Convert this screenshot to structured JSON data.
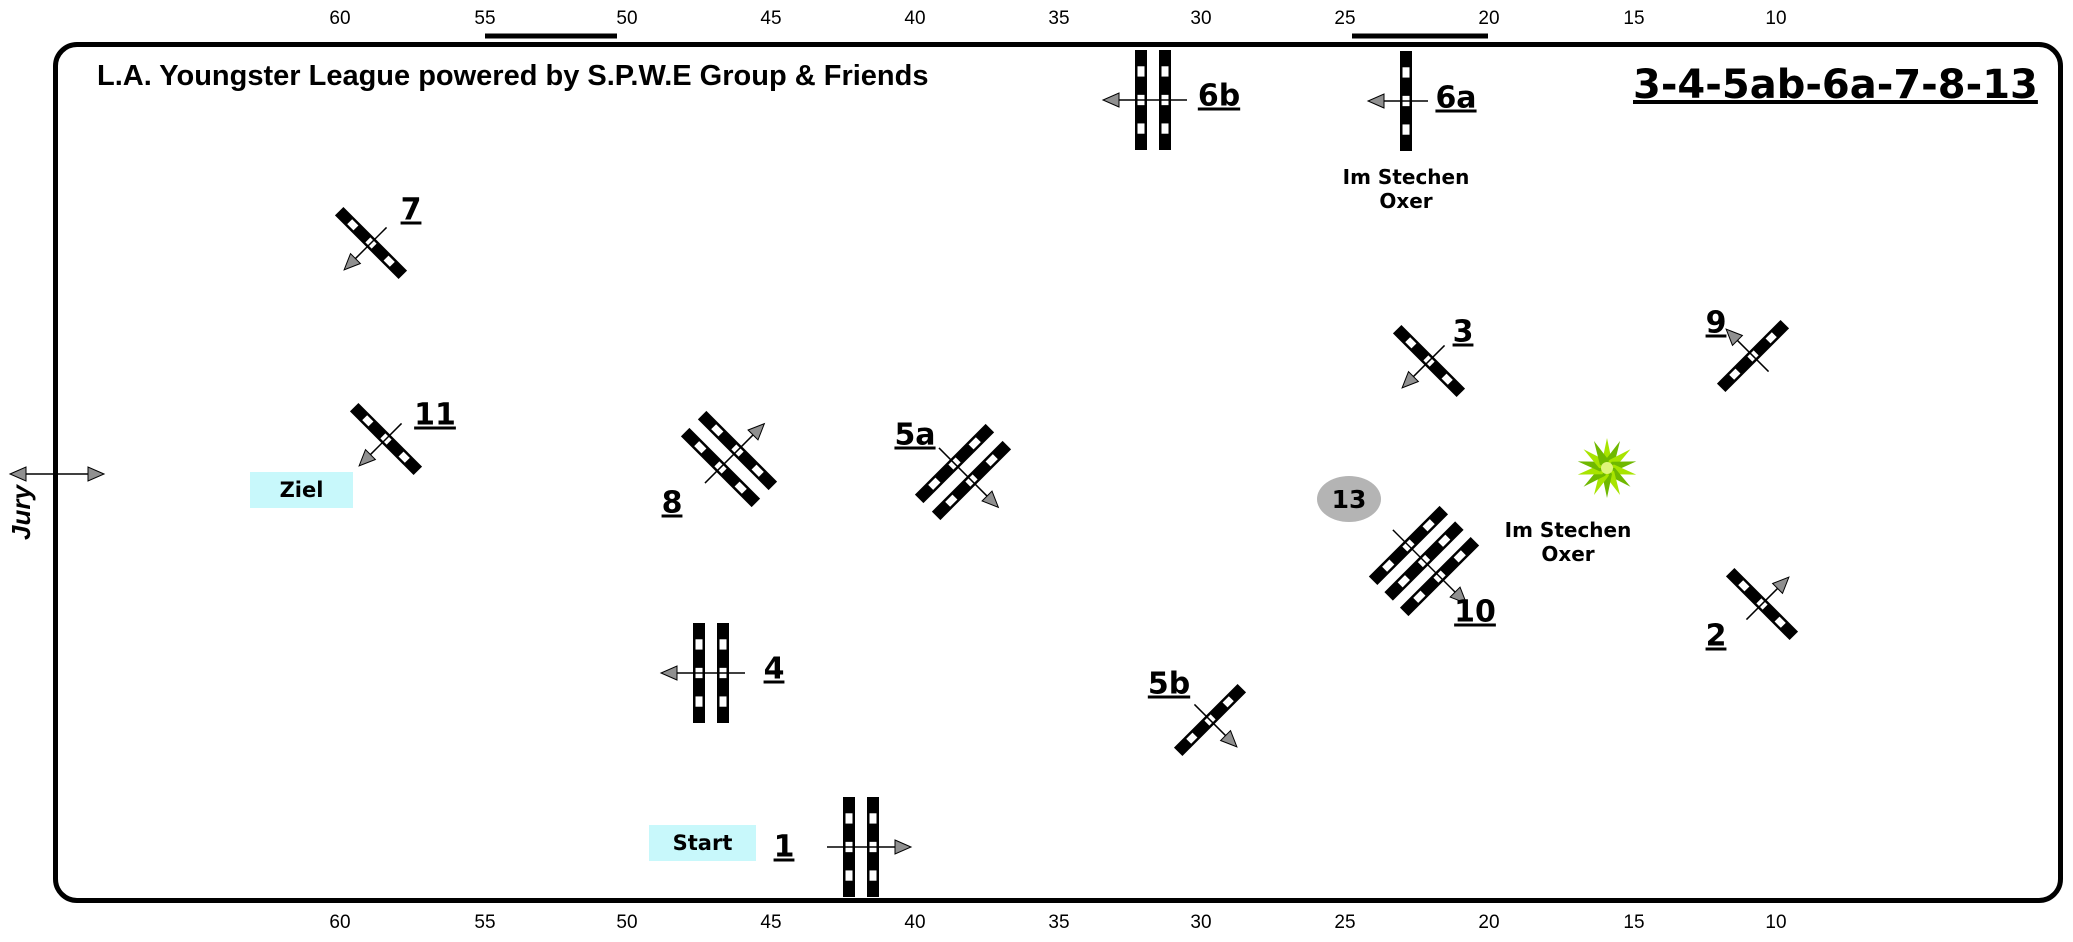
{
  "title": "L.A. Youngster League powered by S.P.W.E Group & Friends",
  "course_sequence": "3-4-5ab-6a-7-8-13",
  "side_label": "Jury",
  "start_label": "Start",
  "finish_label": "Ziel",
  "jump_off_note": "Im Stechen\nOxer",
  "ruler_ticks": [
    "60",
    "55",
    "50",
    "45",
    "40",
    "35",
    "30",
    "25",
    "20",
    "15",
    "10"
  ],
  "obstacles": [
    {
      "id": "1",
      "label": "1",
      "kind": "oxer"
    },
    {
      "id": "2",
      "label": "2",
      "kind": "vertical"
    },
    {
      "id": "3",
      "label": "3",
      "kind": "vertical"
    },
    {
      "id": "4",
      "label": "4",
      "kind": "oxer"
    },
    {
      "id": "5a",
      "label": "5a",
      "kind": "oxer"
    },
    {
      "id": "5b",
      "label": "5b",
      "kind": "vertical"
    },
    {
      "id": "6a",
      "label": "6a",
      "kind": "vertical"
    },
    {
      "id": "6b",
      "label": "6b",
      "kind": "oxer"
    },
    {
      "id": "7",
      "label": "7",
      "kind": "vertical"
    },
    {
      "id": "8",
      "label": "8",
      "kind": "oxer"
    },
    {
      "id": "9",
      "label": "9",
      "kind": "vertical"
    },
    {
      "id": "10",
      "label": "10",
      "kind": "triple-bar"
    },
    {
      "id": "11",
      "label": "11",
      "kind": "vertical"
    },
    {
      "id": "13",
      "label": "13",
      "kind": "marker"
    }
  ],
  "colors": {
    "arena_border": "#000000",
    "label_box": "#c8f8fb",
    "marker": "#b4b4b4",
    "arrow": "#909090",
    "plant": "#8fd600"
  }
}
